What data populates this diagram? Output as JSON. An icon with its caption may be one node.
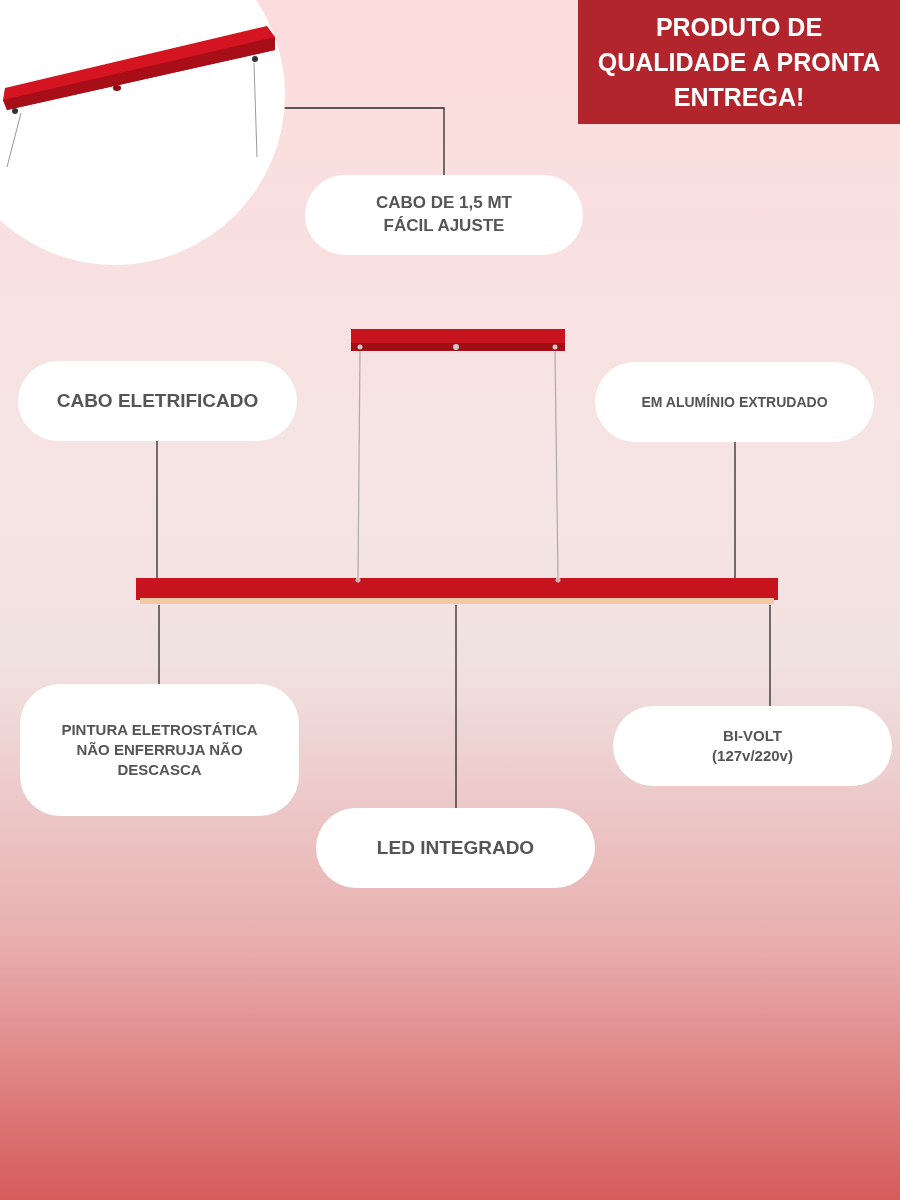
{
  "diagram": {
    "nodes": [
      {
        "text": [],
        "shape": "picture"
      },
      {
        "text": [
          "PRODUTO DE QUALIDADE A PRONTA ENTREGA!"
        ]
      },
      {
        "text": [
          "CABO DE 1,5 MT FÁCIL AJUSTE"
        ]
      },
      {
        "text": [
          "CABO ELETRIFICADO"
        ]
      },
      {
        "text": [
          "EM ALUMÍNIO EXTRUDADO"
        ]
      },
      {
        "text": [],
        "shape": "picture"
      },
      {
        "text": [
          "PINTURA ELETROSTÁTICA NÃO ENFERRUJA NÃO DESCASCA"
        ]
      },
      {
        "text": [
          "BI-VOLT (127v/220v)"
        ]
      },
      {
        "text": [
          "LED INTEGRADO"
        ]
      }
    ],
    "edges": [
      {
        "from": 2,
        "to": 0,
        "arrow": "none"
      },
      {
        "from": 3,
        "to": 5,
        "arrow": "none"
      },
      {
        "from": 4,
        "to": 5,
        "arrow": "none"
      },
      {
        "from": 6,
        "to": 5,
        "arrow": "none"
      },
      {
        "from": 7,
        "to": 5,
        "arrow": "none"
      },
      {
        "from": 8,
        "to": 5,
        "arrow": "none"
      }
    ]
  }
}
